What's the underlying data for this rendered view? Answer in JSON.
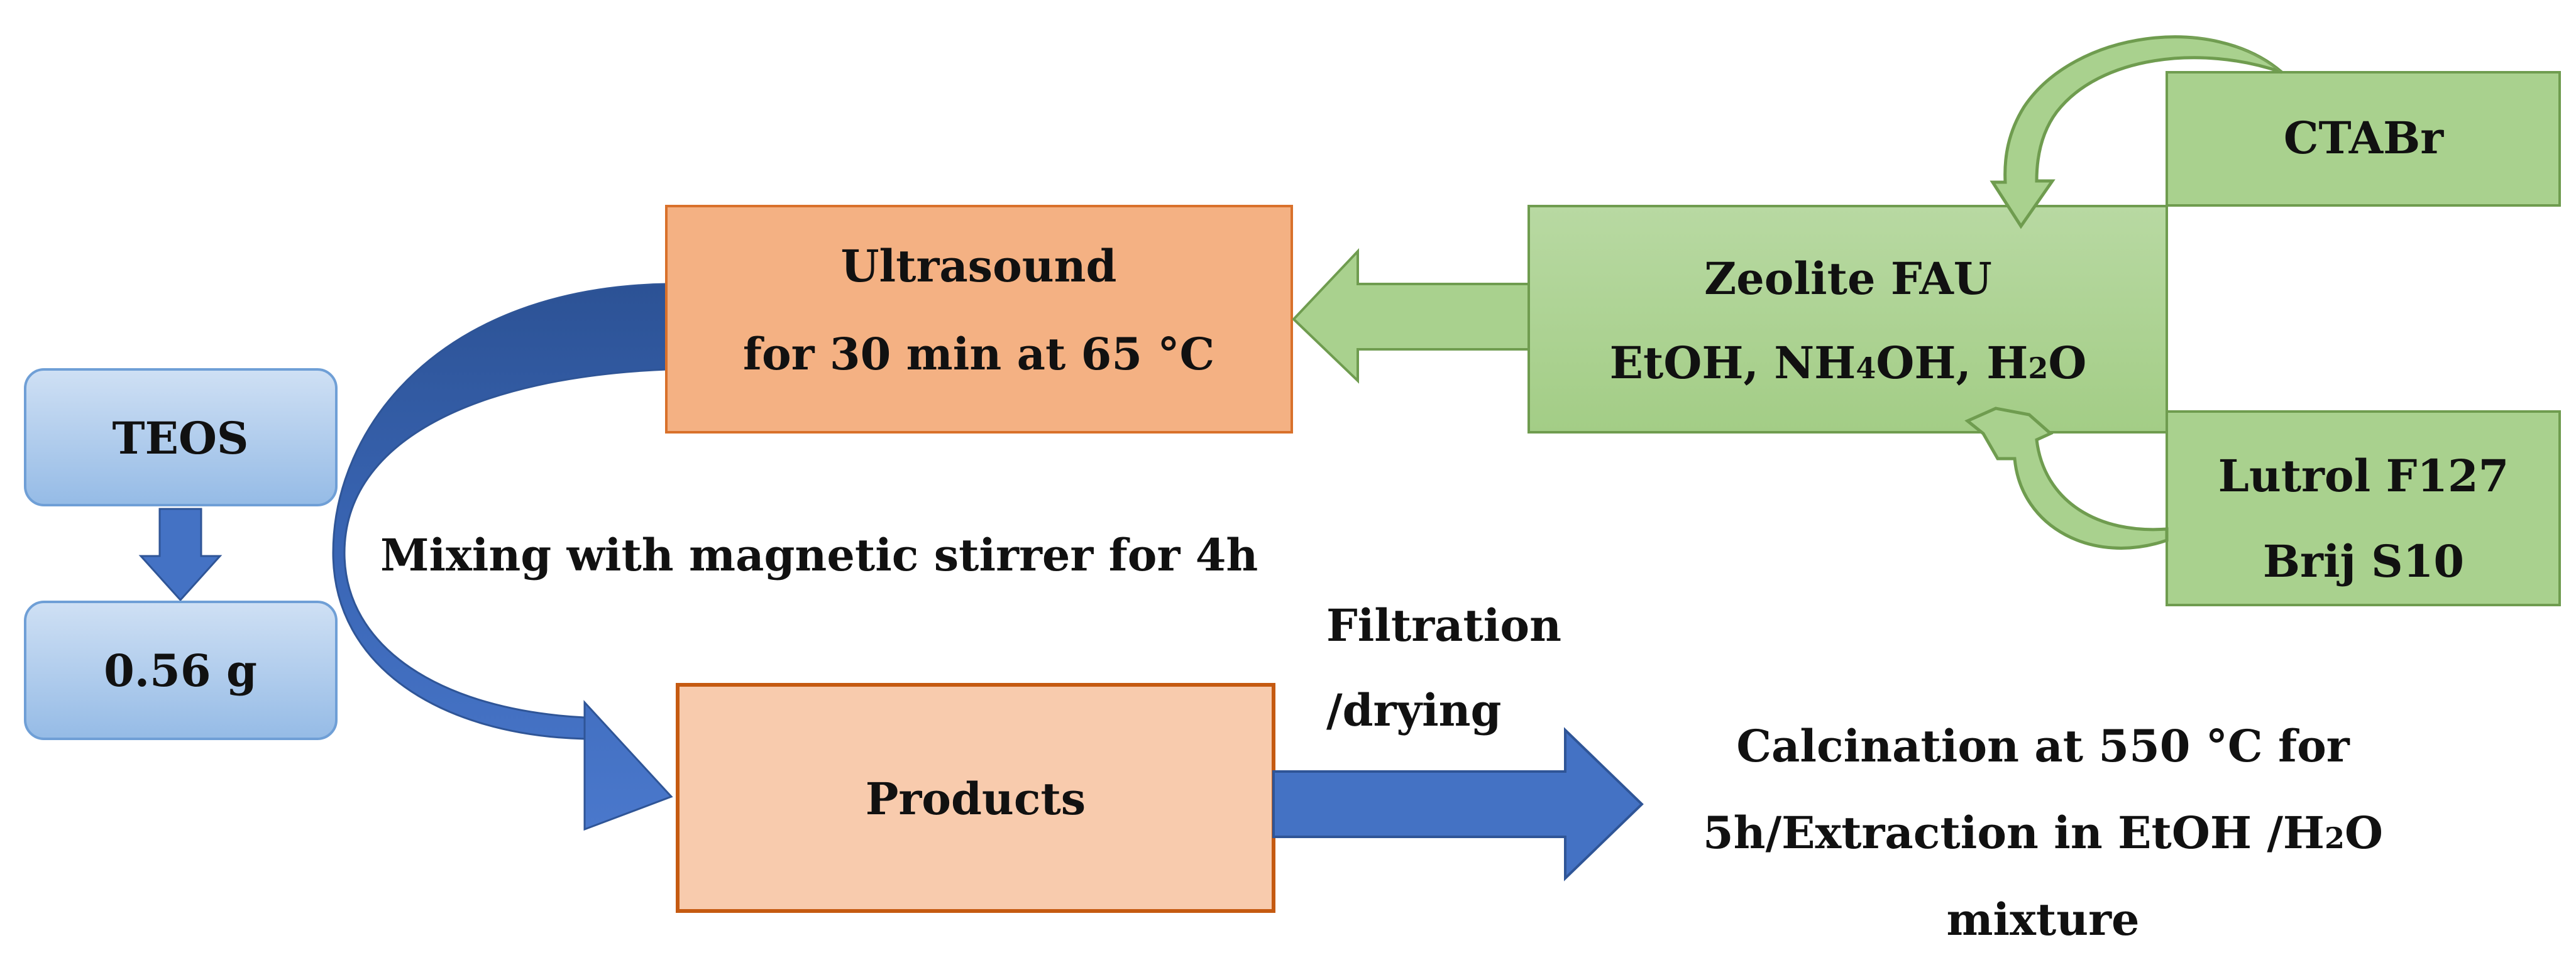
{
  "nodes": {
    "teos": {
      "label": "TEOS"
    },
    "mass": {
      "label": "0.56 g"
    },
    "ultrasound": {
      "line1": "Ultrasound",
      "line2": "for 30 min at 65 °C"
    },
    "zeolite": {
      "line1": "Zeolite FAU",
      "line2_prefix": "EtOH, NH",
      "line2_sub1": "4",
      "line2_mid": "OH, H",
      "line2_sub2": "2",
      "line2_suffix": "O"
    },
    "ctabr": {
      "label": "CTABr"
    },
    "lutrol": {
      "line1": "Lutrol F127",
      "line2": "Brij S10"
    },
    "products": {
      "label": "Products"
    }
  },
  "labels": {
    "mixing": "Mixing with magnetic stirrer for 4h",
    "filtration_line1": "Filtration",
    "filtration_line2": "/drying",
    "calcination_line1": "Calcination at 550 °C for",
    "calcination_line2_prefix": "5h/Extraction in EtOH /H",
    "calcination_line2_sub": "2",
    "calcination_line2_suffix": "O",
    "calcination_line3": "mixture"
  },
  "colors": {
    "blue_box_top": "#c9dcf2",
    "blue_box_bottom": "#9cc0e8",
    "blue_box_border": "#6f9fd6",
    "orange_box": "#f4b183",
    "orange_border": "#d9712b",
    "peach_box": "#f8cbad",
    "peach_border": "#c55a11",
    "green_box": "#a9d18e",
    "green_box_light": "#c5e0b4",
    "green_border": "#6f9c4f",
    "blue_arrow_dark": "#2e559a",
    "blue_arrow": "#4472c4",
    "green_arrow": "#a9d18e"
  }
}
